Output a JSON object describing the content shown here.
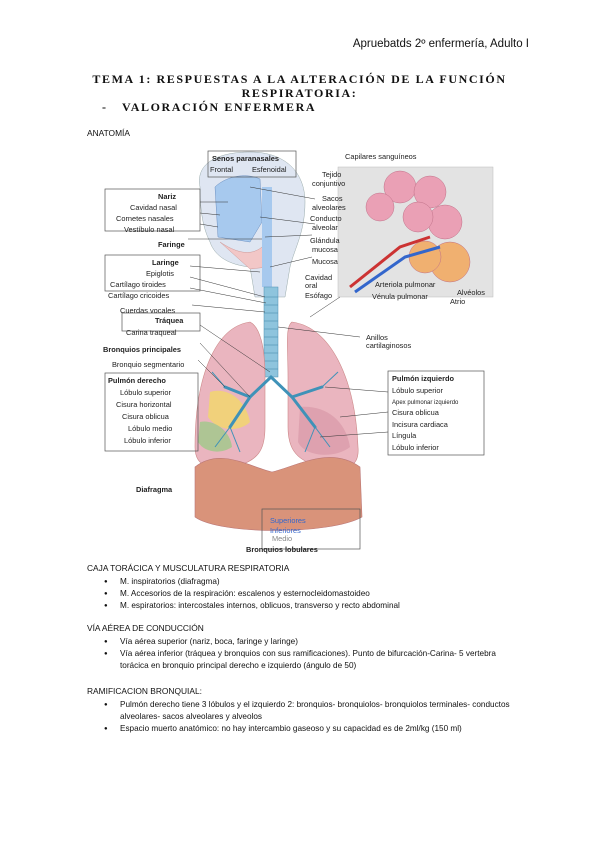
{
  "header": {
    "text": "Apruebatds 2º enfermería, Adulto I"
  },
  "title": {
    "line1": "TEMA 1: RESPUESTAS A LA ALTERACIÓN DE LA FUNCIÓN",
    "line2": "RESPIRATORIA:"
  },
  "subtitle": {
    "dash": "-",
    "text": "VALORACIÓN ENFERMERA"
  },
  "anatomy_heading": "ANATOMÍA",
  "figure": {
    "senos_title": "Senos paranasales",
    "frontal": "Frontal",
    "esfenoidal": "Esfenoidal",
    "nariz": "Nariz",
    "cavidad_nasal": "Cavidad nasal",
    "cornetes": "Cornetes nasales",
    "vestibulo": "Vestíbulo nasal",
    "faringe": "Faringe",
    "laringe": "Laringe",
    "epiglotis": "Epiglotis",
    "tiroides": "Cartílago tiroides",
    "cricoides": "Cartílago cricoides",
    "cuerdas": "Cuerdas vocales",
    "traquea": "Tráquea",
    "carina": "Carina traqueal",
    "bronquios_principales": "Bronquios principales",
    "bronquio_segmentario": "Bronquio segmentario",
    "pulmon_derecho": "Pulmón derecho",
    "lobulo_superior_d": "Lóbulo superior",
    "cisura_horizontal": "Cisura horizontal",
    "cisura_oblicua_d": "Cisura oblicua",
    "lobulo_medio": "Lóbulo medio",
    "lobulo_inferior_d": "Lóbulo inferior",
    "diafragma": "Diafragma",
    "capilares": "Capilares sanguíneos",
    "tejido": "Tejido",
    "conjuntivo": "conjuntivo",
    "sacos": "Sacos",
    "alveolares": "alveolares",
    "conducto": "Conducto",
    "alveolar": "alveolar",
    "glandula": "Glándula",
    "mucosa_g": "mucosa",
    "mucosa": "Mucosa",
    "cavidad_oral": "Cavidad",
    "oral": "oral",
    "esofago": "Esófago",
    "arteriola": "Arteriola pulmonar",
    "venula": "Vénula pulmonar",
    "alveolos": "Alvéolos",
    "atrio": "Atrio",
    "anillos": "Anillos",
    "cartilaginosos": "cartilaginosos",
    "pulmon_izquierdo": "Pulmón izquierdo",
    "lobulo_superior_i": "Lóbulo superior",
    "apex": "Apex pulmonar izquierdo",
    "cisura_oblicua_i": "Cisura oblicua",
    "incisura": "Incisura cardiaca",
    "lingula": "Língula",
    "lobulo_inferior_i": "Lóbulo inferior",
    "superiores": "Superiores",
    "inferiores": "Inferiores",
    "medio": "Medio",
    "bronquios_lobulares": "Bronquios lobulares"
  },
  "caja": {
    "heading": "CAJA TORÁCICA Y MUSCULATURA RESPIRATORIA",
    "items": [
      "M. inspiratorios (diafragma)",
      "M. Accesorios de la respiración: escalenos y esternocleidomastoideo",
      "M. espiratorios: intercostales internos, oblicuos, transverso y recto abdominal"
    ]
  },
  "via": {
    "heading": "VÍA AÉREA DE CONDUCCIÓN",
    "items": [
      "Vía aérea superior (nariz, boca, faringe y laringe)",
      "Vía aérea inferior (tráquea y bronquios con sus ramificaciones). Punto de bifurcación-Carina- 5 vertebra torácica en bronquio principal derecho e izquierdo (ángulo de 50)"
    ]
  },
  "ramificacion": {
    "heading": "RAMIFICACION BRONQUIAL:",
    "items": [
      "Pulmón derecho tiene 3 lóbulos y el izquierdo 2: bronquios- bronquiolos- bronquiolos terminales- conductos alveolares- sacos alveolares y alveolos",
      "Espacio muerto anatómico: no hay intercambio gaseoso y su capacidad es de 2ml/kg (150 ml)"
    ]
  }
}
